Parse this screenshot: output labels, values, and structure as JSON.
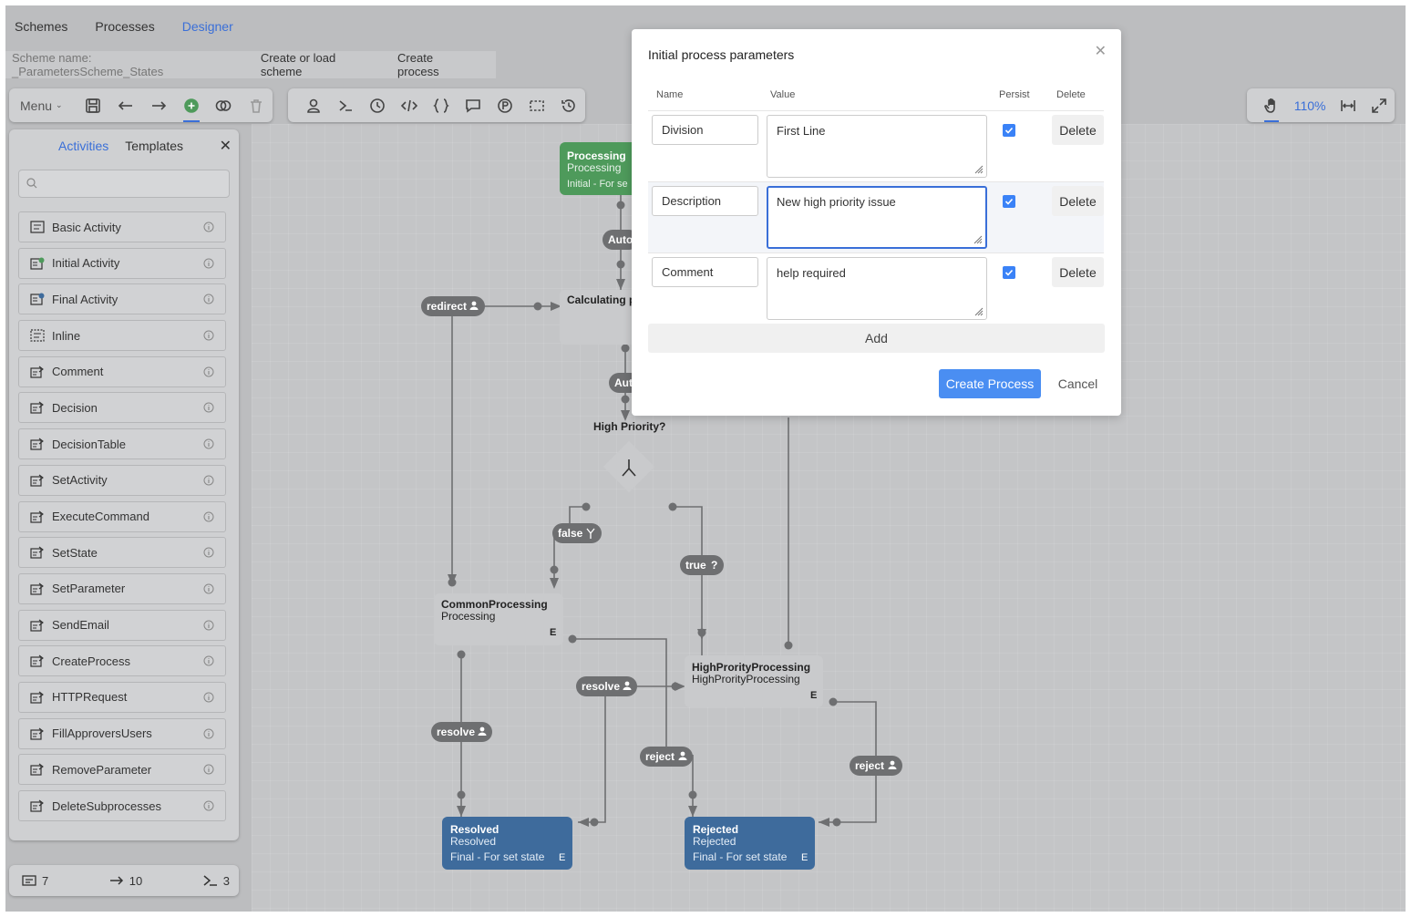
{
  "nav": {
    "items": [
      "Schemes",
      "Processes",
      "Designer"
    ],
    "active": "Designer"
  },
  "scheme_bar": {
    "scheme_name": "Scheme name: _ParametersScheme_States",
    "create_or_load": "Create or load scheme",
    "create_process": "Create process"
  },
  "toolbar": {
    "menu_label": "Menu",
    "zoom": "110%"
  },
  "palette": {
    "tabs": [
      "Activities",
      "Templates"
    ],
    "active_tab": "Activities",
    "items": [
      "Basic Activity",
      "Initial Activity",
      "Final Activity",
      "Inline",
      "Comment",
      "Decision",
      "DecisionTable",
      "SetActivity",
      "ExecuteCommand",
      "SetState",
      "SetParameter",
      "SendEmail",
      "CreateProcess",
      "HTTPRequest",
      "FillApproversUsers",
      "RemoveParameter",
      "DeleteSubprocesses"
    ]
  },
  "status": {
    "activities": "7",
    "transitions": "10",
    "commands": "3"
  },
  "diagram": {
    "nodes": {
      "processing": {
        "title": "Processing",
        "state": "Processing",
        "sub": "Initial - For se"
      },
      "calculating": {
        "title": "Calculating p"
      },
      "decision": {
        "title": "High Priority?"
      },
      "common": {
        "title": "CommonProcessing",
        "state": "Processing",
        "badge": "E"
      },
      "high": {
        "title": "HighProrityProcessing",
        "state": "HighProrityProcessing",
        "badge": "E"
      },
      "resolved": {
        "title": "Resolved",
        "state": "Resolved",
        "sub": "Final - For set state",
        "badge": "E"
      },
      "rejected": {
        "title": "Rejected",
        "state": "Rejected",
        "sub": "Final - For set state",
        "badge": "E"
      }
    },
    "labels": {
      "auto1": "Auto",
      "auto2": "Aut",
      "redirect": "redirect",
      "false": "false",
      "true": "true",
      "resolve1": "resolve",
      "resolve2": "resolve",
      "reject1": "reject",
      "reject2": "reject"
    }
  },
  "dialog": {
    "title": "Initial process parameters",
    "headers": {
      "name": "Name",
      "value": "Value",
      "persist": "Persist",
      "delete": "Delete"
    },
    "rows": [
      {
        "name": "Division",
        "value": "First Line",
        "persist": true,
        "delete": "Delete"
      },
      {
        "name": "Description",
        "value": "New high priority issue",
        "persist": true,
        "delete": "Delete"
      },
      {
        "name": "Comment",
        "value": "help required",
        "persist": true,
        "delete": "Delete"
      }
    ],
    "add": "Add",
    "create": "Create Process",
    "cancel": "Cancel"
  },
  "colors": {
    "accent": "#3a6fd8",
    "initial_node": "#4e9a5b",
    "final_node": "#3e6b9c",
    "node": "#c9cacc",
    "connector": "#6e6f71"
  }
}
